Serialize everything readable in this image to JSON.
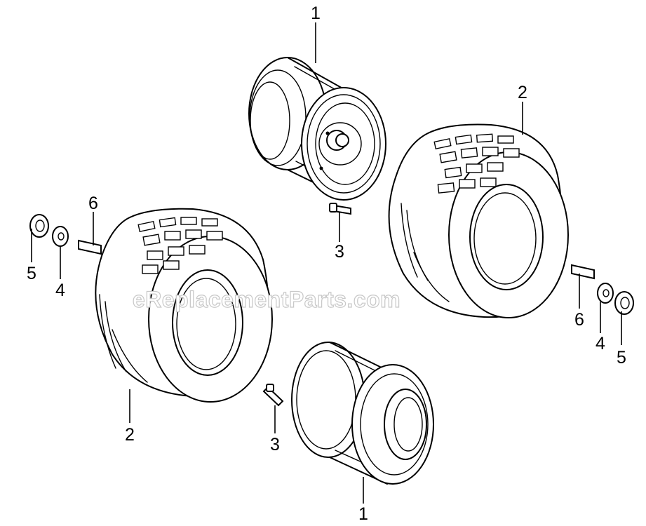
{
  "callouts": {
    "rim_top": "1",
    "rim_bottom": "1",
    "tire_right": "2",
    "tire_left": "2",
    "valve_top": "3",
    "valve_bottom": "3",
    "washer_left": "4",
    "washer_right": "4",
    "clip_left": "5",
    "clip_right": "5",
    "key_left": "6",
    "key_right": "6"
  },
  "watermark": "eReplacementParts.com"
}
